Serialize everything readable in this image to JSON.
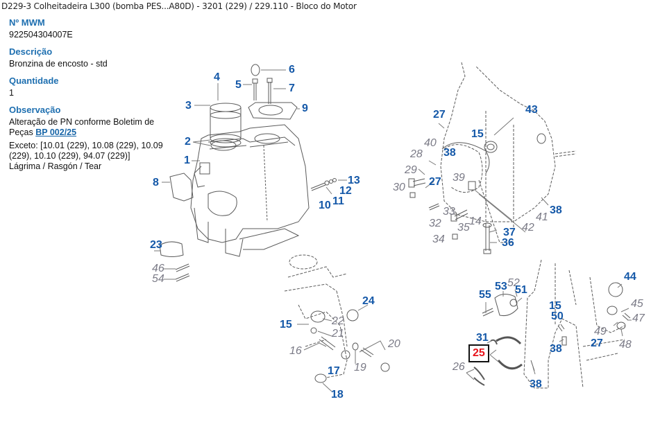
{
  "breadcrumb": {
    "text": "D229-3 Colheitadeira L300 (bomba PES...A80D) - 3201 (229)  /  229.110 - Bloco do Motor"
  },
  "details": {
    "mwm_label": "Nº MWM",
    "mwm_value": "922504304007E",
    "description_label": "Descrição",
    "description_value": "Bronzina de encosto - std",
    "quantity_label": "Quantidade",
    "quantity_value": "1",
    "observation_label": "Observação",
    "observation_text": "Alteração de PN conforme Boletim de Peças",
    "observation_link": "BP 002/25",
    "except_text": "Exceto: [10.01 (229), 10.08 (229), 10.09 (229), 10.10 (229), 94.07 (229)]",
    "tear_text": "Lágrima / Rasgón / Tear"
  },
  "colors": {
    "label_blue": "#1e6fb0",
    "callout_blue": "#1458a8",
    "callout_gray": "#7a7a86",
    "selected_red": "#e8131b"
  },
  "diagram": {
    "selected_part": "25",
    "callouts": [
      {
        "id": "4",
        "style": "blue"
      },
      {
        "id": "5",
        "style": "blue"
      },
      {
        "id": "6",
        "style": "blue"
      },
      {
        "id": "7",
        "style": "blue"
      },
      {
        "id": "3",
        "style": "blue"
      },
      {
        "id": "9",
        "style": "blue"
      },
      {
        "id": "2",
        "style": "blue"
      },
      {
        "id": "1",
        "style": "blue"
      },
      {
        "id": "8",
        "style": "blue"
      },
      {
        "id": "13",
        "style": "blue"
      },
      {
        "id": "12",
        "style": "blue"
      },
      {
        "id": "11",
        "style": "blue"
      },
      {
        "id": "10",
        "style": "blue"
      },
      {
        "id": "27",
        "style": "blue"
      },
      {
        "id": "43",
        "style": "blue"
      },
      {
        "id": "15",
        "style": "blue"
      },
      {
        "id": "40",
        "style": "gray"
      },
      {
        "id": "38",
        "style": "blue"
      },
      {
        "id": "28",
        "style": "gray"
      },
      {
        "id": "29",
        "style": "gray"
      },
      {
        "id": "27",
        "style": "blue"
      },
      {
        "id": "39",
        "style": "gray"
      },
      {
        "id": "30",
        "style": "gray"
      },
      {
        "id": "38",
        "style": "blue"
      },
      {
        "id": "33",
        "style": "gray"
      },
      {
        "id": "41",
        "style": "gray"
      },
      {
        "id": "14",
        "style": "gray"
      },
      {
        "id": "32",
        "style": "gray"
      },
      {
        "id": "35",
        "style": "gray"
      },
      {
        "id": "37",
        "style": "blue"
      },
      {
        "id": "42",
        "style": "gray"
      },
      {
        "id": "34",
        "style": "gray"
      },
      {
        "id": "36",
        "style": "blue"
      },
      {
        "id": "23",
        "style": "blue"
      },
      {
        "id": "46",
        "style": "gray"
      },
      {
        "id": "54",
        "style": "gray"
      },
      {
        "id": "24",
        "style": "blue"
      },
      {
        "id": "15",
        "style": "blue"
      },
      {
        "id": "22",
        "style": "gray"
      },
      {
        "id": "21",
        "style": "gray"
      },
      {
        "id": "20",
        "style": "gray"
      },
      {
        "id": "16",
        "style": "gray"
      },
      {
        "id": "19",
        "style": "gray"
      },
      {
        "id": "17",
        "style": "blue"
      },
      {
        "id": "18",
        "style": "blue"
      },
      {
        "id": "44",
        "style": "blue"
      },
      {
        "id": "55",
        "style": "blue"
      },
      {
        "id": "53",
        "style": "blue"
      },
      {
        "id": "52",
        "style": "gray"
      },
      {
        "id": "51",
        "style": "blue"
      },
      {
        "id": "45",
        "style": "gray"
      },
      {
        "id": "15",
        "style": "blue"
      },
      {
        "id": "47",
        "style": "gray"
      },
      {
        "id": "50",
        "style": "blue"
      },
      {
        "id": "49",
        "style": "gray"
      },
      {
        "id": "31",
        "style": "blue"
      },
      {
        "id": "27",
        "style": "blue"
      },
      {
        "id": "48",
        "style": "gray"
      },
      {
        "id": "25",
        "style": "selected"
      },
      {
        "id": "38",
        "style": "blue"
      },
      {
        "id": "26",
        "style": "gray"
      },
      {
        "id": "38",
        "style": "blue"
      }
    ]
  }
}
